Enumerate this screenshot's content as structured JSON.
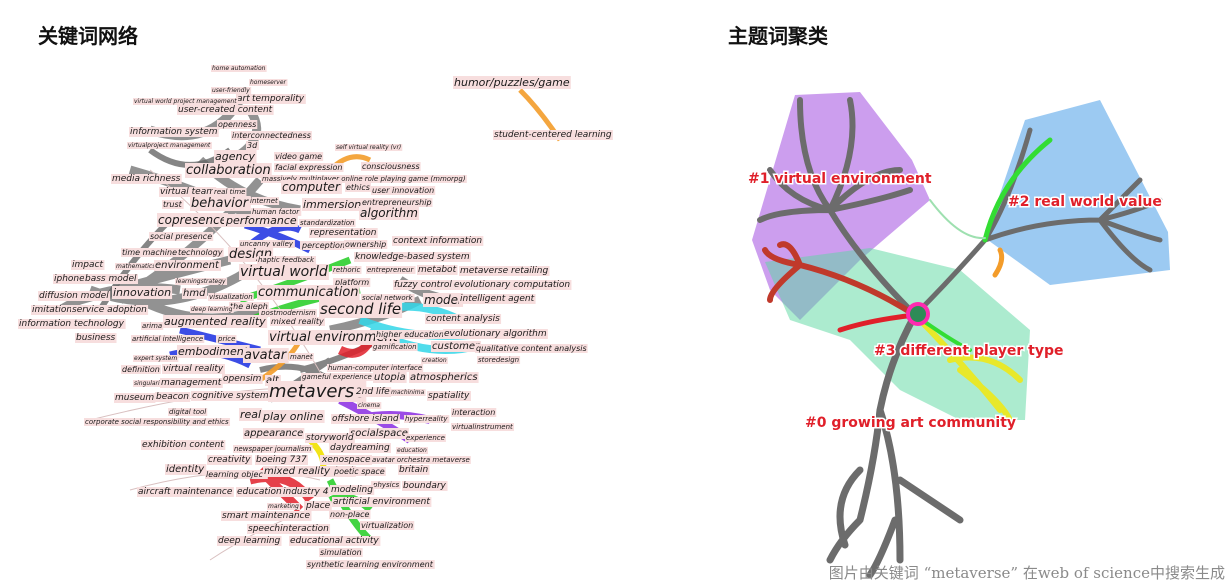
{
  "titles": {
    "left": "关键词网络",
    "right": "主题词聚类"
  },
  "caption": "图片由关键词 “metaverse” 在web of science中搜索生成",
  "keyword_network": {
    "keywords": [
      "home automation",
      "homeserver",
      "user-friendly",
      "art",
      "temporality",
      "virtual world project management",
      "user-created content",
      "openness",
      "information system",
      "interconnectedness",
      "virtualproject management",
      "3d",
      "agency",
      "video game",
      "collaboration",
      "facial expression",
      "massively multiplayer online role playing game (mmorpg)",
      "self virtual reality (vr)",
      "consciousness",
      "media richness",
      "computer",
      "ethics",
      "user innovation",
      "virtual team",
      "real time",
      "behavior",
      "internet",
      "trust",
      "entrepreneurship",
      "human factor",
      "immersion",
      "algorithm",
      "copresence",
      "performance",
      "standardization",
      "representation",
      "social presence",
      "context information",
      "uncanny valley",
      "perception",
      "ownership",
      "time machine",
      "technology",
      "design",
      "haptic feedback",
      "knowledge-based system",
      "impact",
      "mathematics",
      "environment",
      "virtual world",
      "rethoric",
      "entrepreneur",
      "metabot",
      "metaverse retailing",
      "iphone",
      "bass model",
      "learningstrategy",
      "platform",
      "fuzzy control",
      "evolutionary computation",
      "diffusion model",
      "innovation",
      "hmd",
      "communication",
      "postmodernism",
      "social network",
      "model",
      "intelligent agent",
      "imitation",
      "service adoption",
      "visualization",
      "the aleph",
      "second life",
      "information technology",
      "arima",
      "deep learning",
      "augmented reality",
      "mixed reality",
      "content analysis",
      "business",
      "artificial intelligence",
      "price",
      "virtual environment",
      "higher education",
      "evolutionary algorithm",
      "embodiment",
      "gamification",
      "customer",
      "qualitative content analysis",
      "expert system",
      "avatar",
      "manet",
      "creation",
      "storedesign",
      "definition",
      "virtual reality",
      "opensim",
      "human-computer interface",
      "singularity",
      "management",
      "alt",
      "gameful experience",
      "utopia",
      "atmospherics",
      "museum",
      "beacon",
      "cognitive system",
      "metaverse",
      "2nd life",
      "machinima",
      "spatiality",
      "digital tool",
      "cinema",
      "interaction",
      "corporate social responsibility and ethics",
      "real",
      "play online",
      "offshore island",
      "hyperreality",
      "virtualinstrument",
      "appearance",
      "socialspace",
      "experience",
      "exhibition content",
      "storyworld",
      "daydreaming",
      "newspaper journalism",
      "education",
      "creativity",
      "boeing 737",
      "xenospace",
      "avatar orchestra metaverse",
      "identity",
      "learning object",
      "mixed reality (mr)",
      "poetic space",
      "britain",
      "physics",
      "boundary",
      "aircraft maintenance",
      "education",
      "industry 4",
      "modeling",
      "marketing",
      "place",
      "artificial environment",
      "smart maintenance",
      "non-place",
      "speechinteraction",
      "virtualization",
      "deep learning",
      "educational activity",
      "simulation",
      "synthetic learning environment",
      "humor/puzzles/game",
      "student-centered learning"
    ]
  },
  "cluster_map": {
    "clusters": [
      {
        "label": "#0 growing art community",
        "color": "#e0202a"
      },
      {
        "label": "#1 virtual environment",
        "color": "#e0202a"
      },
      {
        "label": "#2 real world value",
        "color": "#e0202a"
      },
      {
        "label": "#3 different player type",
        "color": "#e0202a"
      }
    ]
  }
}
